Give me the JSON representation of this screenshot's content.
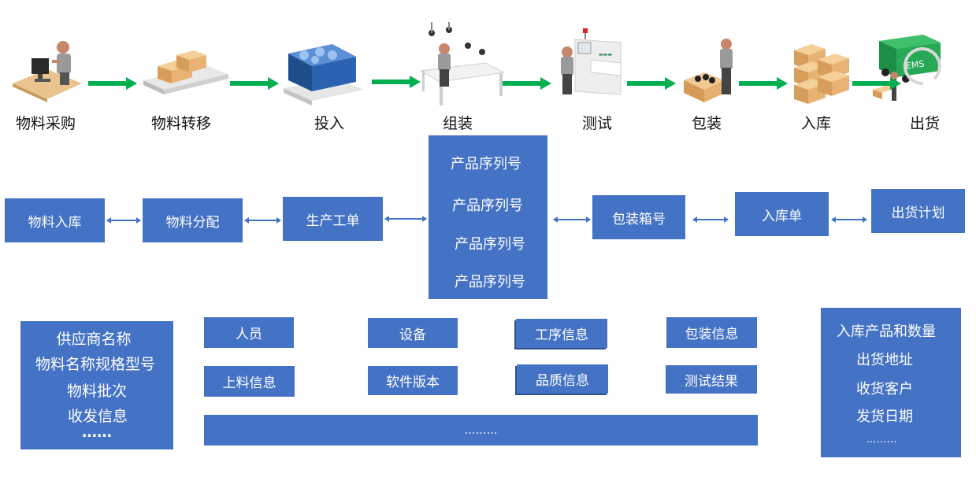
{
  "process_steps": [
    {
      "label": "物料采购",
      "icon": "computer-worker-icon"
    },
    {
      "label": "物料转移",
      "icon": "boxes-on-pallet-icon"
    },
    {
      "label": "投入",
      "icon": "parts-bin-icon"
    },
    {
      "label": "组装",
      "icon": "assembly-line-icon"
    },
    {
      "label": "测试",
      "icon": "test-station-icon"
    },
    {
      "label": "包装",
      "icon": "packing-worker-icon"
    },
    {
      "label": "入库",
      "icon": "stacked-boxes-icon"
    },
    {
      "label": "出货",
      "icon": "delivery-truck-icon"
    }
  ],
  "documents": {
    "material_inbound": "物料入库",
    "material_allocation": "物料分配",
    "work_order": "生产工单",
    "serial_numbers": [
      "产品序列号",
      "产品序列号",
      "产品序列号",
      "产品序列号"
    ],
    "packing_box_no": "包装箱号",
    "inbound_order": "入库单",
    "shipping_plan": "出货计划"
  },
  "supplier_info": [
    "供应商名称",
    "物料名称规格型号",
    "物料批次",
    "收发信息",
    "……"
  ],
  "production_info": {
    "personnel": "人员",
    "equipment": "设备",
    "process_info": "工序信息",
    "packing_info": "包装信息",
    "feeding_info": "上料信息",
    "software_version": "软件版本",
    "quality_info": "品质信息",
    "test_result": "测试结果",
    "more": "………"
  },
  "shipping_info": [
    "入库产品和数量",
    "出货地址",
    "收货客户",
    "发货日期",
    "………"
  ],
  "colors": {
    "box": "#4472c4",
    "arrow": "#00b050",
    "text": "#111111"
  }
}
